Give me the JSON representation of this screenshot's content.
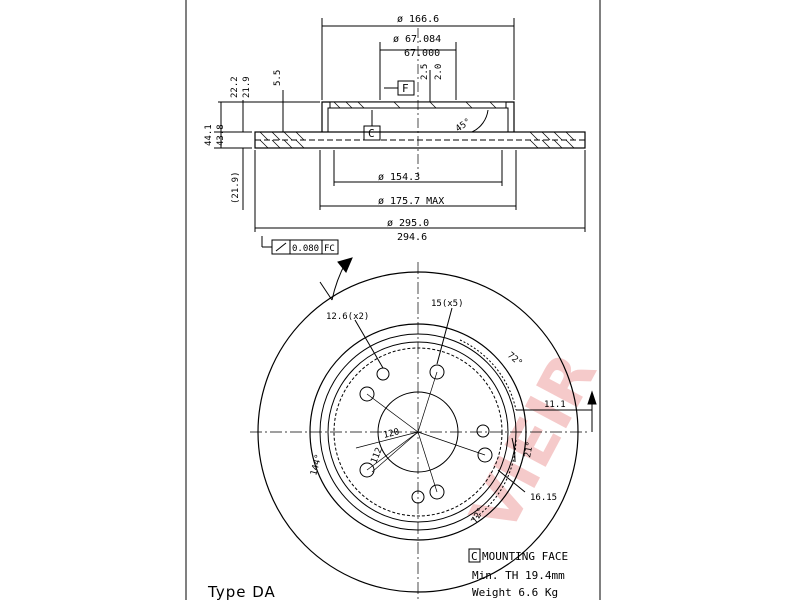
{
  "watermark": "VIEIR",
  "side_view": {
    "dims": {
      "outer_top": "ø 166.6",
      "hub_bore_max": "ø 67.084",
      "hub_bore_min": "67.000",
      "h_22_2": "22.2",
      "h_21_9": "21.9",
      "h_5_5": "5.5",
      "h_2_5": "2.5",
      "h_2_0": "2.0",
      "t_44_1": "44.1",
      "t_43_8": "43.8",
      "t_21_9": "(21.9)",
      "angle": "45°",
      "d_154_3": "ø 154.3",
      "d_175_7": "ø 175.7 MAX",
      "d_295_0": "ø 295.0",
      "d_294_6": "294.6"
    },
    "labels": {
      "datum_f": "F",
      "datum_c": "C"
    },
    "tolerance": {
      "value": "0.080",
      "datum": "FC"
    }
  },
  "front_view": {
    "dims": {
      "hole_12_6": "12.6(x2)",
      "hole_15": "15(x5)",
      "angle_72_top": "72°",
      "angle_72_bottom": "72°",
      "d_11_1": "11.1",
      "pcd_120": "120",
      "d_112": "112",
      "d_144": "144°",
      "angle_21": "21°",
      "d_16_15": "16.15"
    }
  },
  "notes": {
    "mounting_badge": "C",
    "mounting_face": "MOUNTING FACE",
    "min_th": "Min. TH 19.4mm",
    "weight": "Weight 6.6 Kg",
    "type": "Type DA"
  }
}
